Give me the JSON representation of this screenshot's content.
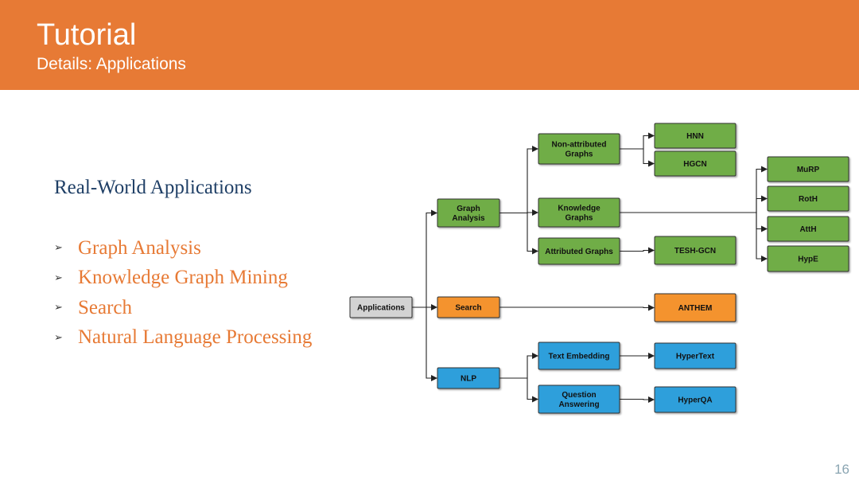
{
  "header": {
    "title": "Tutorial",
    "subtitle": "Details: Applications"
  },
  "content": {
    "heading": "Real-World Applications",
    "bullets": [
      "Graph Analysis",
      "Knowledge Graph Mining",
      "Search",
      "Natural Language Processing"
    ]
  },
  "diagram": {
    "colors": {
      "root": "#D3D3D3",
      "graph_analysis": "#70AD47",
      "search": "#F4932F",
      "nlp": "#2F9FDB",
      "edge": "#222222"
    },
    "nodes": {
      "applications": {
        "lines": [
          "Applications"
        ],
        "category": "root"
      },
      "graph_analysis": {
        "lines": [
          "Graph",
          "Analysis"
        ],
        "category": "graph_analysis"
      },
      "search": {
        "lines": [
          "Search"
        ],
        "category": "search"
      },
      "nlp": {
        "lines": [
          "NLP"
        ],
        "category": "nlp"
      },
      "non_attributed": {
        "lines": [
          "Non-attributed",
          "Graphs"
        ],
        "category": "graph_analysis"
      },
      "knowledge_graphs": {
        "lines": [
          "Knowledge",
          "Graphs"
        ],
        "category": "graph_analysis"
      },
      "attributed_graphs": {
        "lines": [
          "Attributed Graphs"
        ],
        "category": "graph_analysis"
      },
      "hnn": {
        "lines": [
          "HNN"
        ],
        "category": "graph_analysis"
      },
      "hgcn": {
        "lines": [
          "HGCN"
        ],
        "category": "graph_analysis"
      },
      "tesh_gcn": {
        "lines": [
          "TESH-GCN"
        ],
        "category": "graph_analysis"
      },
      "murp": {
        "lines": [
          "MuRP"
        ],
        "category": "graph_analysis"
      },
      "roth": {
        "lines": [
          "RotH"
        ],
        "category": "graph_analysis"
      },
      "atth": {
        "lines": [
          "AttH"
        ],
        "category": "graph_analysis"
      },
      "hype": {
        "lines": [
          "HypE"
        ],
        "category": "graph_analysis"
      },
      "anthem": {
        "lines": [
          "ANTHEM"
        ],
        "category": "search"
      },
      "text_embedding": {
        "lines": [
          "Text Embedding"
        ],
        "category": "nlp"
      },
      "question_answering": {
        "lines": [
          "Question",
          "Answering"
        ],
        "category": "nlp"
      },
      "hypertext": {
        "lines": [
          "HyperText"
        ],
        "category": "nlp"
      },
      "hyperqa": {
        "lines": [
          "HyperQA"
        ],
        "category": "nlp"
      }
    },
    "edges": [
      [
        "applications",
        "graph_analysis"
      ],
      [
        "applications",
        "search"
      ],
      [
        "applications",
        "nlp"
      ],
      [
        "graph_analysis",
        "non_attributed"
      ],
      [
        "graph_analysis",
        "knowledge_graphs"
      ],
      [
        "graph_analysis",
        "attributed_graphs"
      ],
      [
        "non_attributed",
        "hnn"
      ],
      [
        "non_attributed",
        "hgcn"
      ],
      [
        "attributed_graphs",
        "tesh_gcn"
      ],
      [
        "knowledge_graphs",
        "murp"
      ],
      [
        "knowledge_graphs",
        "roth"
      ],
      [
        "knowledge_graphs",
        "atth"
      ],
      [
        "knowledge_graphs",
        "hype"
      ],
      [
        "search",
        "anthem"
      ],
      [
        "nlp",
        "text_embedding"
      ],
      [
        "nlp",
        "question_answering"
      ],
      [
        "text_embedding",
        "hypertext"
      ],
      [
        "question_answering",
        "hyperqa"
      ]
    ]
  },
  "page_number": "16"
}
